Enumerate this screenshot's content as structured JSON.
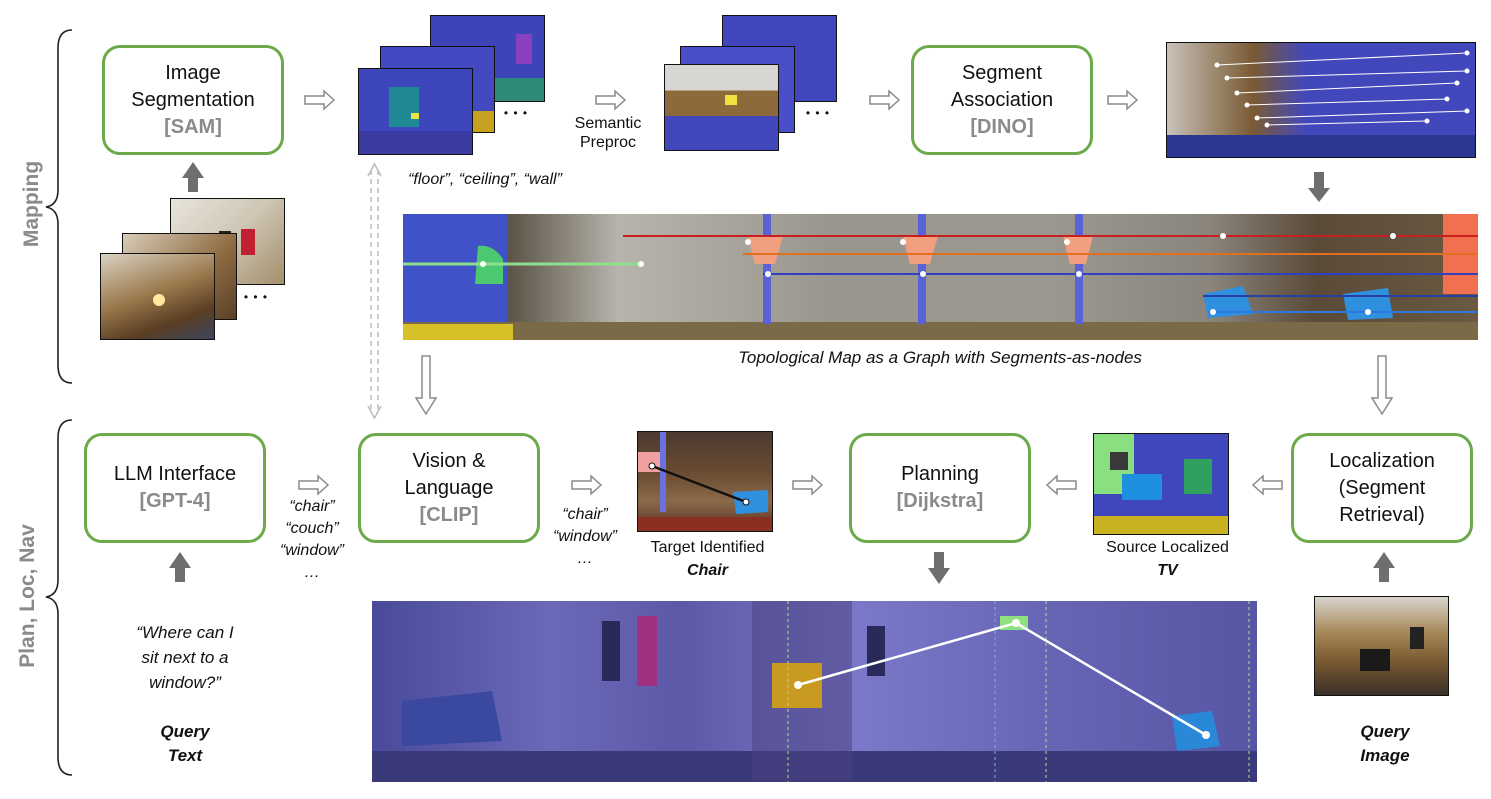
{
  "sections": {
    "mapping": "Mapping",
    "plan": "Plan, Loc, Nav"
  },
  "boxes": {
    "segmentation": {
      "line1": "Image",
      "line2": "Segmentation",
      "tool": "[SAM]"
    },
    "association": {
      "line1": "Segment",
      "line2": "Association",
      "tool": "[DINO]"
    },
    "llm": {
      "line1": "LLM Interface",
      "tool": "[GPT-4]"
    },
    "vl": {
      "line1": "Vision &",
      "line2": "Language",
      "tool": "[CLIP]"
    },
    "planning": {
      "line1": "Planning",
      "tool": "[Dijkstra]"
    },
    "localization": {
      "line1": "Localization",
      "line2": "(Segment",
      "line3": "Retrieval)"
    }
  },
  "captions": {
    "semantic_preproc_1": "Semantic",
    "semantic_preproc_2": "Preproc",
    "floor_ceiling_wall": "“floor”, “ceiling”, “wall”",
    "topo_map": "Topological Map as a Graph with Segments-as-nodes",
    "target_identified": "Target Identified",
    "target_name": "Chair",
    "source_localized": "Source Localized",
    "source_name": "TV",
    "llm_out_1": "“chair”",
    "llm_out_2": "“couch”",
    "llm_out_3": "“window”",
    "llm_out_4": "…",
    "vl_out_1": "“chair”",
    "vl_out_2": "“window”",
    "vl_out_3": "…",
    "query_text_1": "“Where can I",
    "query_text_2": "sit next to a",
    "query_text_3": "window?”",
    "query_text_label_1": "Query",
    "query_text_label_2": "Text",
    "query_image_label_1": "Query",
    "query_image_label_2": "Image",
    "ellipsis": "• • •"
  },
  "colors": {
    "box_border": "#6aaa4a",
    "tool_text": "#8a8a8a",
    "arrow_outline": "#8a8a8a",
    "arrow_solid": "#6e6e6e",
    "seg_blue": "#4450c8",
    "panorama_tint": "#5a5ab0"
  }
}
